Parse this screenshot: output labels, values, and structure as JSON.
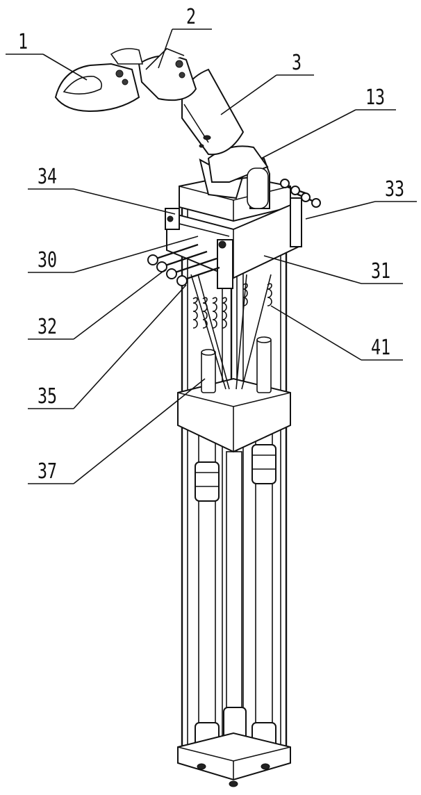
{
  "labels": {
    "l1": "1",
    "l2": "2",
    "l3": "3",
    "l13": "13",
    "l34": "34",
    "l33": "33",
    "l30": "30",
    "l31": "31",
    "l32": "32",
    "l41": "41",
    "l35": "35",
    "l37": "37"
  }
}
